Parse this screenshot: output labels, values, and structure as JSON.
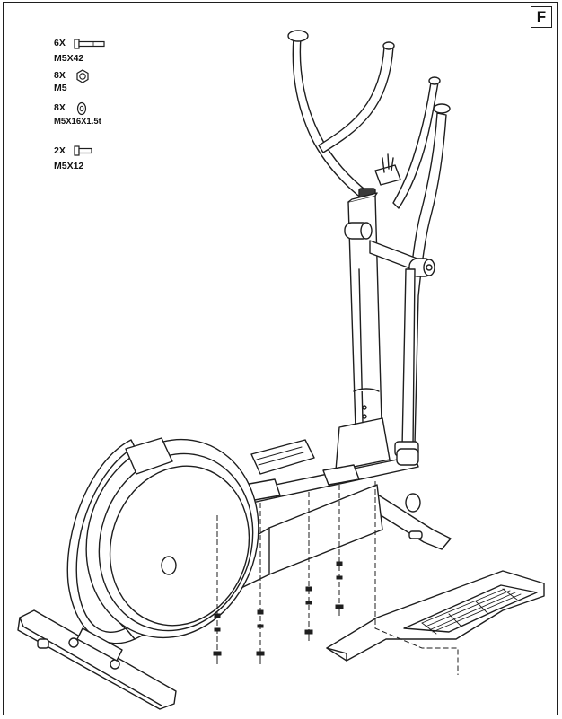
{
  "step_label": "F",
  "parts": [
    {
      "qty": "6X",
      "code": "M5X42",
      "icon": "bolt-icon"
    },
    {
      "qty": "8X",
      "code": "M5",
      "icon": "nut-icon"
    },
    {
      "qty": "8X",
      "code": "M5X16X1.5t",
      "icon": "washer-icon"
    },
    {
      "qty": "2X",
      "code": "M5X12",
      "icon": "short-bolt-icon"
    }
  ],
  "colors": {
    "line": "#1e1e1e",
    "paper": "#ffffff",
    "shade": "#d9d9d9"
  }
}
